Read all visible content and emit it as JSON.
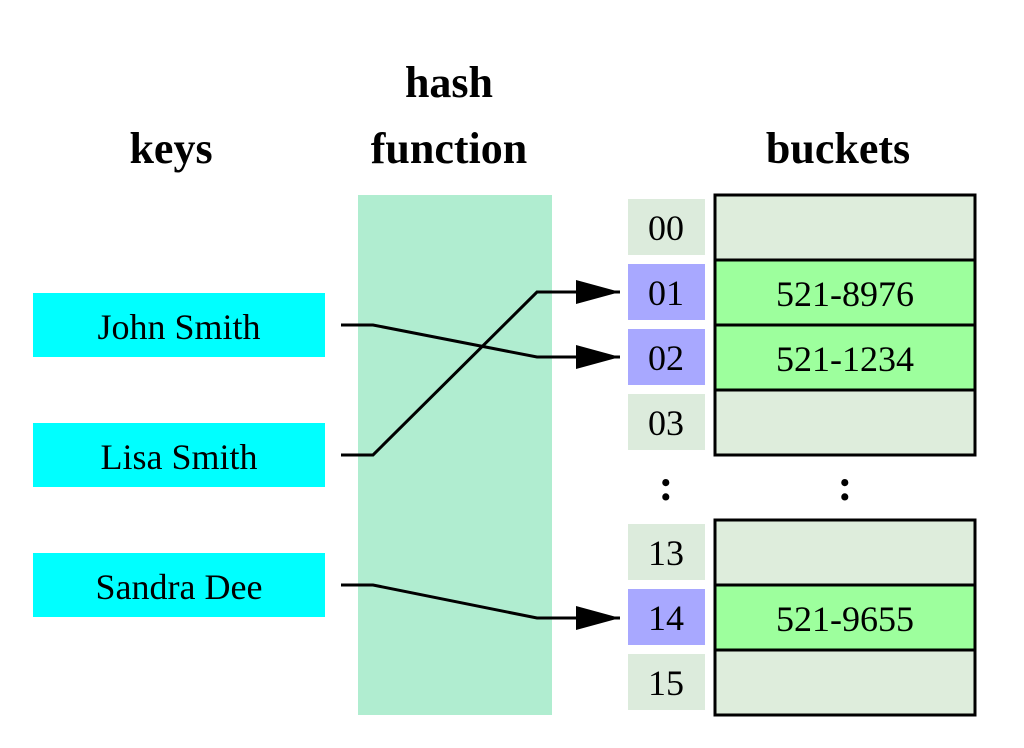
{
  "headers": {
    "keys": "keys",
    "hash_line1": "hash",
    "hash_line2": "function",
    "buckets": "buckets"
  },
  "keys": [
    "John Smith",
    "Lisa Smith",
    "Sandra Dee"
  ],
  "indices": [
    "00",
    "01",
    "02",
    "03",
    "13",
    "14",
    "15"
  ],
  "bucket_values": [
    "",
    "521-8976",
    "521-1234",
    "",
    "",
    "521-9655",
    ""
  ],
  "ellipsis": ":",
  "mappings": [
    {
      "key": "John Smith",
      "index": "02"
    },
    {
      "key": "Lisa Smith",
      "index": "01"
    },
    {
      "key": "Sandra Dee",
      "index": "14"
    }
  ],
  "colors": {
    "key_box": "#00ffff",
    "hash_box": "#b0edd0",
    "index_plain": "#dcebdc",
    "index_highlight": "#a8a8ff",
    "bucket_empty": "#deeddc",
    "bucket_filled": "#9dff9d"
  }
}
